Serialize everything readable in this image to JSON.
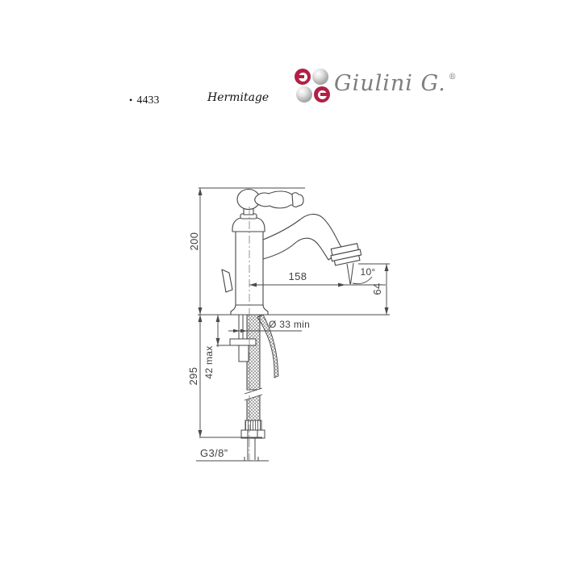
{
  "page": {
    "bullet": "•",
    "product_code": "4433",
    "series_name": "Hermitage"
  },
  "brand": {
    "name": "Giulini G.",
    "registered_mark": "®"
  },
  "drawing": {
    "dimensions": {
      "height_above_deck": "200",
      "length_below_deck": "295",
      "spout_reach": "158",
      "outlet_height": "64",
      "spray_angle": "10°",
      "mounting_thickness_max": "42 max",
      "hole_diameter_min": "Ø 33 min",
      "thread_connection": "G3/8”"
    },
    "colors": {
      "line": "#4a4a4a",
      "text": "#3f3f3f",
      "brand_gray": "#7d7d7d",
      "logo_crimson": "#b22045"
    }
  }
}
